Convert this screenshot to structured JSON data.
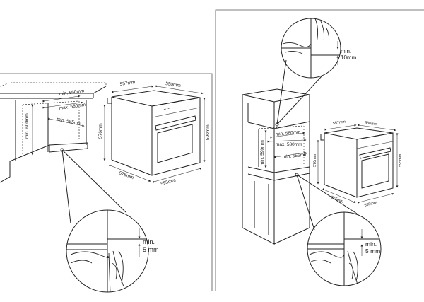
{
  "left_panel": {
    "dims": {
      "min_560": "min. 560mm",
      "max_580": "max. 580mm",
      "min_555": "min. 555mm",
      "min_600": "min. 600mm",
      "d557": "557mm",
      "d550": "550mm",
      "d576": "576mm",
      "d590": "590mm",
      "d575": "575mm",
      "d595": "595mm"
    },
    "detail": {
      "min_label": "min.",
      "gap_label": "5 mm"
    }
  },
  "right_panel": {
    "dims": {
      "min_560": "min. 560mm",
      "max_580": "max. 580mm",
      "min_555": "min. 555mm",
      "min_590": "min. 590mm",
      "d557": "557mm",
      "d550": "550mm",
      "d576": "576mm",
      "d595v": "595mm",
      "d575": "575mm",
      "d595": "595mm"
    },
    "top_detail": {
      "min_label": "min.",
      "gap_label": "10mm"
    },
    "bottom_detail": {
      "min_label": "min.",
      "gap_label": "5 mm"
    }
  }
}
